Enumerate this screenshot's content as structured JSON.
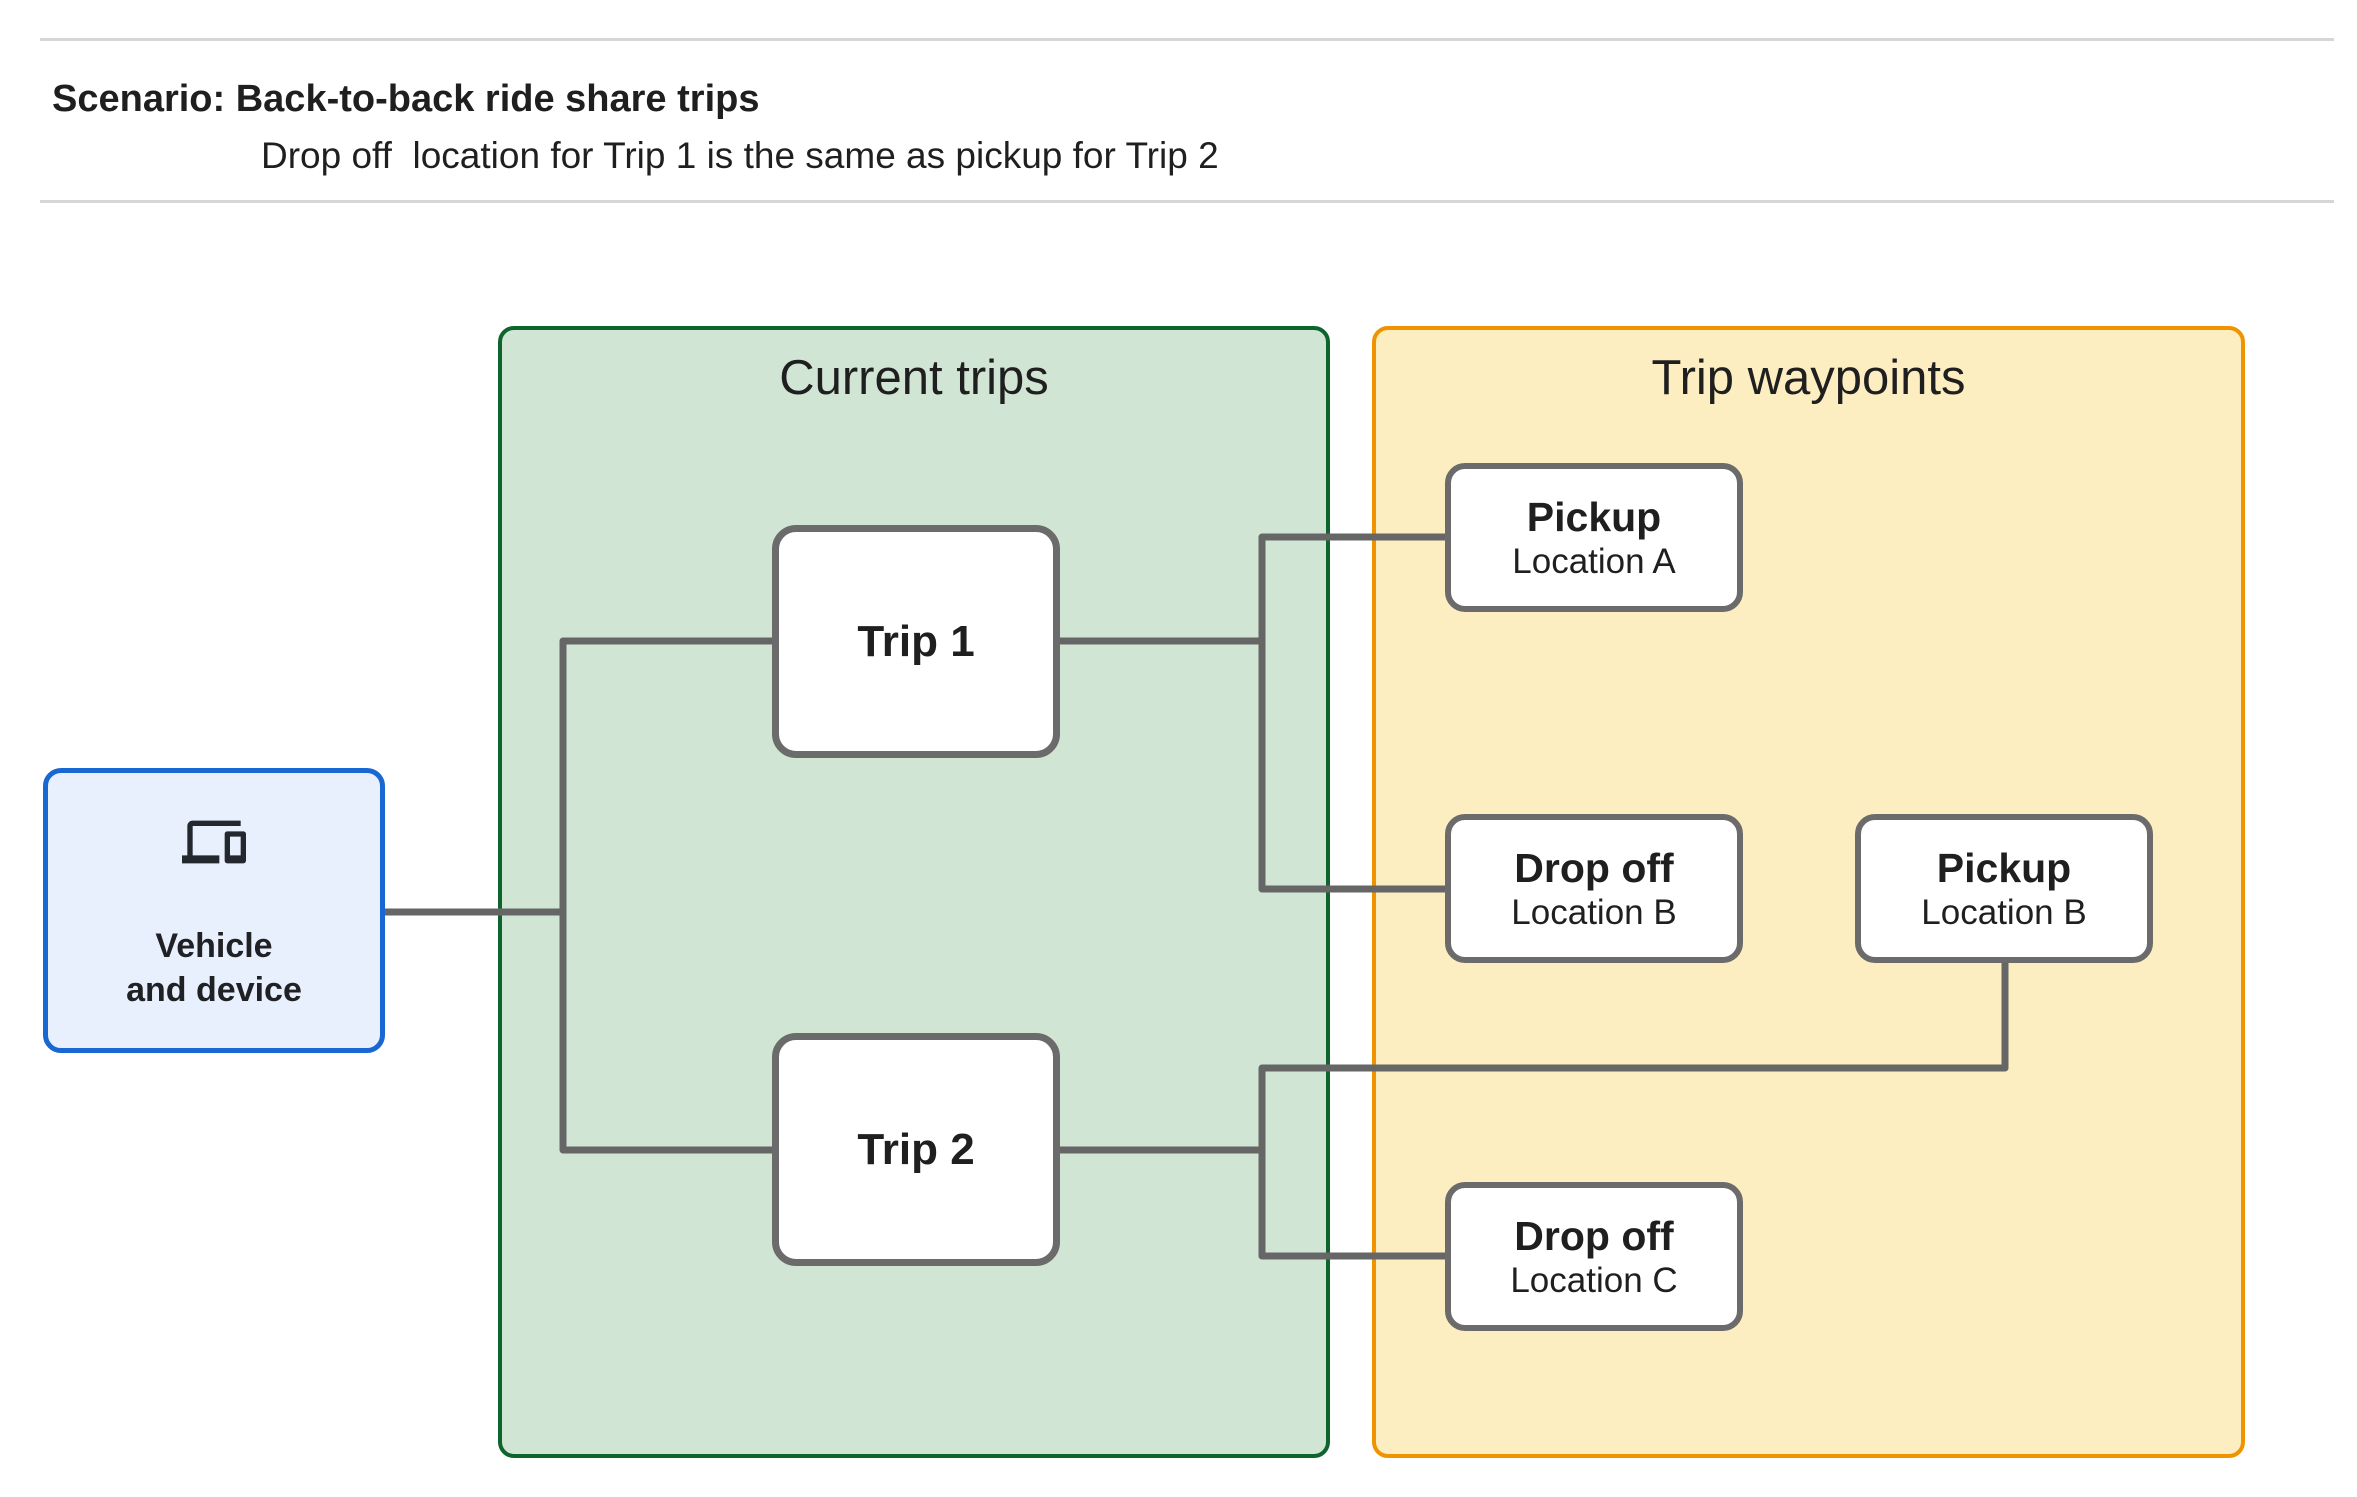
{
  "header": {
    "title": "Scenario: Back-to-back ride share trips",
    "subtitle": "Drop off  location for Trip 1 is the same as pickup for Trip 2"
  },
  "source_node": {
    "icon": "devices-icon",
    "label_line1": "Vehicle",
    "label_line2": "and device"
  },
  "panels": [
    {
      "title": "Current trips"
    },
    {
      "title": "Trip waypoints"
    }
  ],
  "trips": [
    {
      "label": "Trip 1"
    },
    {
      "label": "Trip 2"
    }
  ],
  "waypoints": [
    {
      "type": "Pickup",
      "location": "Location A"
    },
    {
      "type": "Drop off",
      "location": "Location B"
    },
    {
      "type": "Pickup",
      "location": "Location B"
    },
    {
      "type": "Drop off",
      "location": "Location C"
    }
  ],
  "connections": [
    {
      "from": "vehicle-and-device",
      "to": "trip-1"
    },
    {
      "from": "vehicle-and-device",
      "to": "trip-2"
    },
    {
      "from": "trip-1",
      "to": "pickup-location-a"
    },
    {
      "from": "trip-1",
      "to": "drop-off-location-b"
    },
    {
      "from": "trip-2",
      "to": "pickup-location-b"
    },
    {
      "from": "trip-2",
      "to": "drop-off-location-c"
    }
  ],
  "colors": {
    "source_fill": "#E8F0FE",
    "source_border": "#1967D2",
    "current_trips_fill": "#D0E5D3",
    "current_trips_border": "#0D652D",
    "waypoints_fill": "#FCEEC0",
    "waypoints_border": "#F09300",
    "node_border": "#6B6B6B",
    "connector": "#666666",
    "divider": "#D6D6D6",
    "text": "#1F1F1F"
  }
}
